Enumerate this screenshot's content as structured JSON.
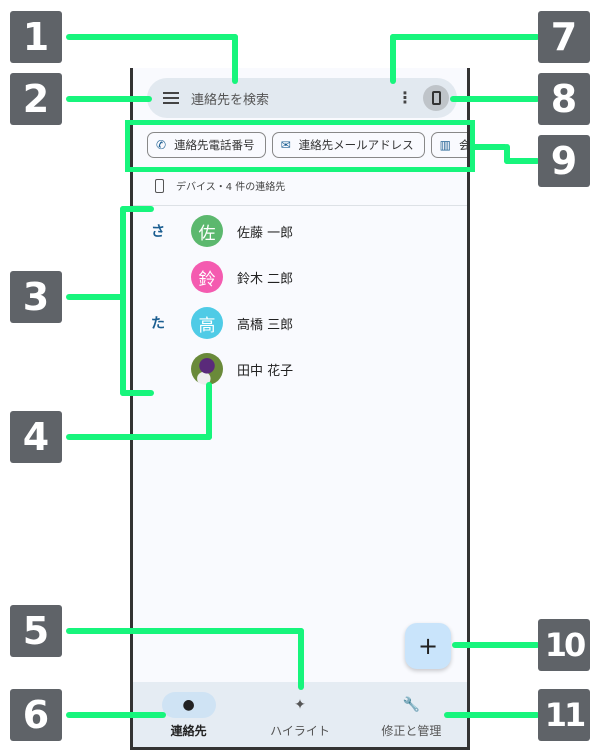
{
  "search": {
    "placeholder": "連絡先を検索"
  },
  "chips": [
    {
      "icon": "phone-icon",
      "label": "連絡先電話番号"
    },
    {
      "icon": "mail-icon",
      "label": "連絡先メールアドレス"
    },
    {
      "icon": "building-icon",
      "label": "会"
    }
  ],
  "device_label": "デバイス・4 件の連絡先",
  "contacts": [
    {
      "letter": "さ",
      "initial": "佐",
      "name": "佐藤 一郎",
      "color": "#5cb86e"
    },
    {
      "letter": "",
      "initial": "鈴",
      "name": "鈴木 二郎",
      "color": "#f45bb0"
    },
    {
      "letter": "た",
      "initial": "高",
      "name": "高橋 三郎",
      "color": "#4fcbe6"
    },
    {
      "letter": "",
      "initial": "",
      "name": "田中 花子",
      "color": "photo"
    }
  ],
  "fab": "+",
  "nav": [
    {
      "label": "連絡先",
      "icon": "person-icon"
    },
    {
      "label": "ハイライト",
      "icon": "highlight-icon"
    },
    {
      "label": "修正と管理",
      "icon": "wrench-icon"
    }
  ],
  "callouts": [
    "1",
    "2",
    "3",
    "4",
    "5",
    "6",
    "7",
    "8",
    "9",
    "10",
    "11"
  ]
}
